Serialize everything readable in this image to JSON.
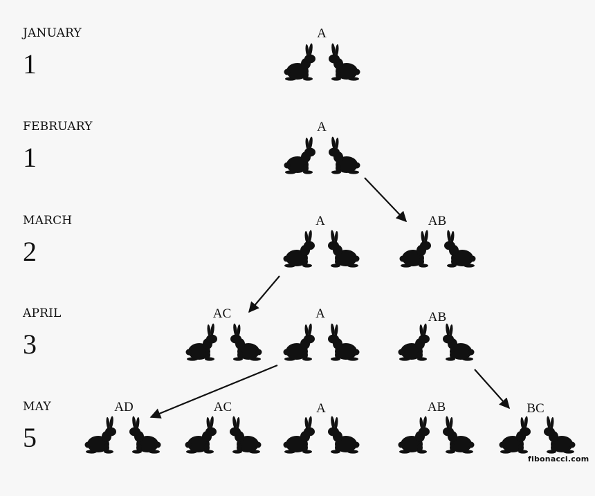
{
  "rows": [
    {
      "month": "JANUARY",
      "count": "1",
      "pairs": [
        "A"
      ]
    },
    {
      "month": "FEBRUARY",
      "count": "1",
      "pairs": [
        "A"
      ]
    },
    {
      "month": "MARCH",
      "count": "2",
      "pairs": [
        "A",
        "AB"
      ]
    },
    {
      "month": "APRIL",
      "count": "3",
      "pairs": [
        "AC",
        "A",
        "AB"
      ]
    },
    {
      "month": "MAY",
      "count": "5",
      "pairs": [
        "AD",
        "AC",
        "A",
        "AB",
        "BC"
      ]
    }
  ],
  "credit": "fibonacci.com",
  "colors": {
    "background": "#f7f7f7",
    "ink": "#111111"
  },
  "icon": "rabbit-icon"
}
